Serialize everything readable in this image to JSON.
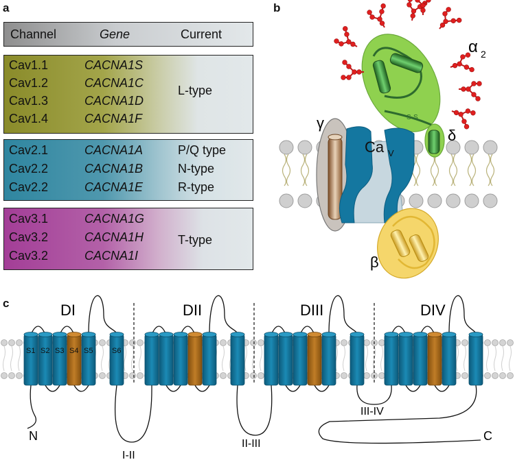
{
  "panels": {
    "a": "a",
    "b": "b",
    "c": "c"
  },
  "table": {
    "header": {
      "channel": "Channel",
      "gene": "Gene",
      "current": "Current"
    },
    "groups": [
      {
        "rows": [
          {
            "channel": "Cav1.1",
            "gene": "CACNA1S"
          },
          {
            "channel": "Cav1.2",
            "gene": "CACNA1C"
          },
          {
            "channel": "Cav1.3",
            "gene": "CACNA1D"
          },
          {
            "channel": "Cav1.4",
            "gene": "CACNA1F"
          }
        ],
        "current": "L-type"
      },
      {
        "rows": [
          {
            "channel": "Cav2.1",
            "gene": "CACNA1A",
            "current": "P/Q type"
          },
          {
            "channel": "Cav2.2",
            "gene": "CACNA1B",
            "current": "N-type"
          },
          {
            "channel": "Cav2.2",
            "gene": "CACNA1E",
            "current": "R-type"
          }
        ]
      },
      {
        "rows": [
          {
            "channel": "Cav3.1",
            "gene": "CACNA1G"
          },
          {
            "channel": "Cav3.2",
            "gene": "CACNA1H"
          },
          {
            "channel": "Cav3.2",
            "gene": "CACNA1I"
          }
        ],
        "current": "T-type"
      }
    ]
  },
  "complex": {
    "alpha2": "α",
    "alpha2_sub": "2",
    "delta": "δ",
    "gamma": "γ",
    "beta": "β",
    "cav": "Ca",
    "cav_sub": "V",
    "disulfide": "S-S"
  },
  "topology": {
    "domains": [
      "DI",
      "DII",
      "DIII",
      "DIV"
    ],
    "segments": [
      "S1",
      "S2",
      "S3",
      "S4",
      "S5",
      "S6"
    ],
    "loops": [
      "I-II",
      "II-III",
      "III-IV"
    ],
    "n_term": "N",
    "c_term": "C"
  },
  "colors": {
    "helix_blue": "#1477a0",
    "s4_orange": "#b06b1a",
    "alpha2_green": "#8fd14f",
    "beta_yellow": "#f5d66b",
    "glycan_red": "#e01f1f",
    "lipid_grey": "#c8c8c8"
  }
}
